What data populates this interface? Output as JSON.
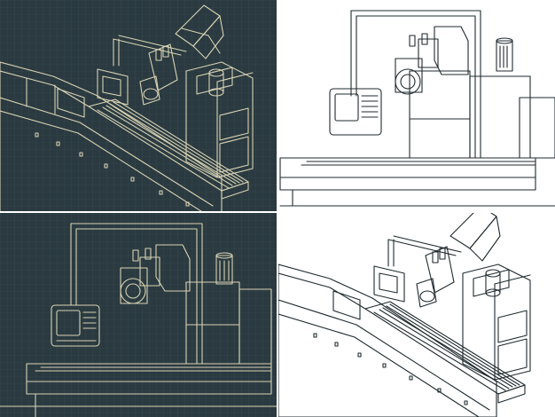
{
  "image": {
    "description_free": true,
    "panels": [
      {
        "id": "top-left",
        "theme": "dark"
      },
      {
        "id": "top-right",
        "theme": "light"
      },
      {
        "id": "bottom-left",
        "theme": "dark"
      },
      {
        "id": "bottom-right",
        "theme": "light"
      }
    ]
  },
  "colors": {
    "dark_bg": "#2a3a40",
    "dark_line": "#d9d3b4",
    "light_bg": "#ffffff",
    "light_line": "#1f2a2e",
    "grid": "#3a4c53"
  }
}
